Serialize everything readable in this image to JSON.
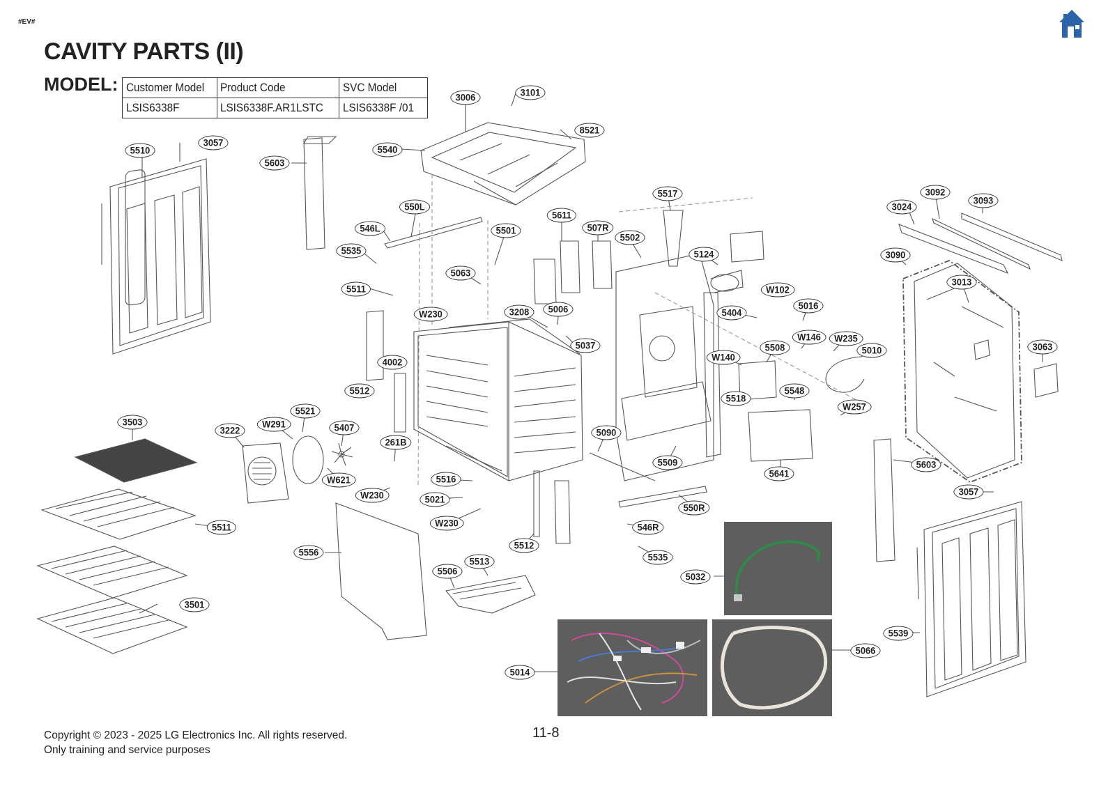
{
  "header": {
    "tag": "#EV#",
    "title": "CAVITY PARTS (II)",
    "home_icon": "home-icon"
  },
  "model": {
    "label": "MODEL:",
    "headers": [
      "Customer Model",
      "Product Code",
      "SVC Model"
    ],
    "values": [
      "LSIS6338F",
      "LSIS6338F.AR1LSTC",
      "LSIS6338F  /01"
    ]
  },
  "callouts": [
    "3006",
    "3101",
    "8521",
    "5540",
    "3057",
    "5510",
    "5603",
    "550L",
    "5611",
    "507R",
    "546L",
    "5501",
    "5502",
    "5517",
    "5535",
    "5124",
    "5511",
    "5063",
    "W102",
    "5016",
    "W230",
    "3208",
    "5006",
    "5404",
    "W146",
    "W235",
    "5037",
    "5508",
    "5010",
    "W140",
    "4002",
    "5518",
    "5548",
    "W257",
    "5512",
    "3503",
    "5521",
    "3222",
    "W291",
    "5407",
    "261B",
    "5090",
    "5509",
    "5641",
    "W621",
    "5516",
    "W230",
    "5021",
    "550R",
    "W230",
    "546R",
    "5512",
    "5535",
    "5556",
    "5513",
    "5506",
    "5032",
    "5511",
    "3501",
    "5014",
    "5066",
    "3092",
    "3093",
    "3024",
    "3090",
    "3013",
    "3063",
    "5603",
    "3057",
    "5539"
  ],
  "photos": [
    "wire-harness-photo",
    "ground-wire-photo",
    "power-cord-photo"
  ],
  "footer": {
    "copyright": "Copyright © 2023 - 2025 LG Electronics Inc. All rights reserved.",
    "note": "Only training and service purposes",
    "page": "11-8"
  }
}
